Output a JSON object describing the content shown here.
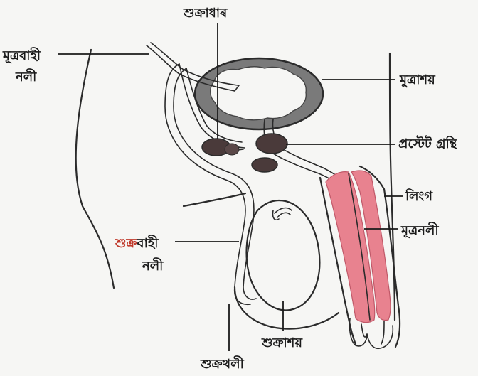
{
  "labels": {
    "seminal_vesicle": "শুক্রাধাৰ",
    "ureter_line1": "মূত্ৰবাহী",
    "ureter_line2": "নলী",
    "bladder": "মুত্ৰাশয়",
    "prostate": "প্রস্টেট গ্রন্থি",
    "penis": "লিংগ",
    "urethra": "মূত্ৰনলী",
    "vas_prefix": "শুক্র",
    "vas_suffix": "বাহী",
    "vas_line2": "নলী",
    "testis": "শুক্ৰাশয়",
    "scrotum": "শুক্ৰথলী"
  },
  "colors": {
    "urethra_fill": "#e8828f",
    "gland_fill": "#4a3a3a",
    "vas_prefix_text": "#c0392b"
  }
}
